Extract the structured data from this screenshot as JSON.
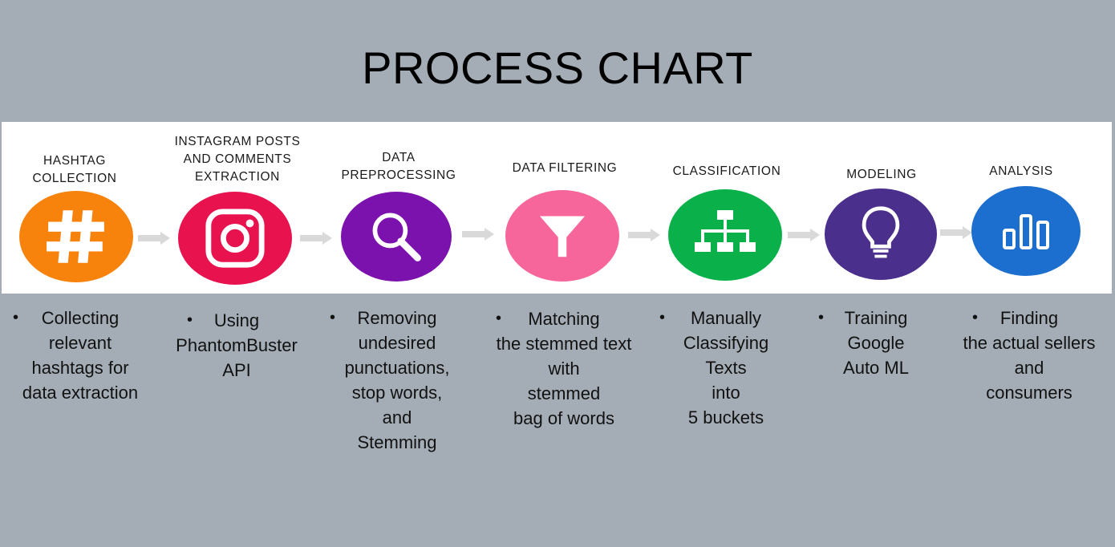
{
  "title": "PROCESS CHART",
  "colors": {
    "background": "#a4adb5",
    "band": "#ffffff",
    "arrow": "#d9d9d9"
  },
  "steps": [
    {
      "label": "HASHTAG\nCOLLECTION",
      "icon": "hashtag-icon",
      "color": "#f7820c",
      "description": [
        "Collecting",
        "relevant",
        "hashtags for",
        "data extraction"
      ]
    },
    {
      "label": "INSTAGRAM POSTS\nAND COMMENTS\nEXTRACTION",
      "icon": "instagram-icon",
      "color": "#e8124f",
      "description": [
        "Using",
        "PhantomBuster",
        "API"
      ]
    },
    {
      "label": "DATA\nPREPROCESSING",
      "icon": "search-icon",
      "color": "#7b12ad",
      "description": [
        "Removing",
        "undesired",
        "punctuations,",
        "stop words,",
        "and",
        "Stemming"
      ]
    },
    {
      "label": "DATA FILTERING",
      "icon": "filter-icon",
      "color": "#f7669b",
      "description": [
        "Matching",
        "the stemmed text",
        "with",
        "stemmed",
        "bag of words"
      ]
    },
    {
      "label": "CLASSIFICATION",
      "icon": "hierarchy-icon",
      "color": "#0ab14a",
      "description": [
        "Manually",
        "Classifying",
        "Texts",
        "into",
        "5 buckets"
      ]
    },
    {
      "label": "MODELING",
      "icon": "lightbulb-icon",
      "color": "#4b2f8c",
      "description": [
        "Training",
        "Google",
        "Auto ML"
      ]
    },
    {
      "label": "ANALYSIS",
      "icon": "bar-chart-icon",
      "color": "#1c6fce",
      "description": [
        "Finding",
        "the actual sellers",
        "and",
        "consumers"
      ]
    }
  ],
  "bullet": "•"
}
